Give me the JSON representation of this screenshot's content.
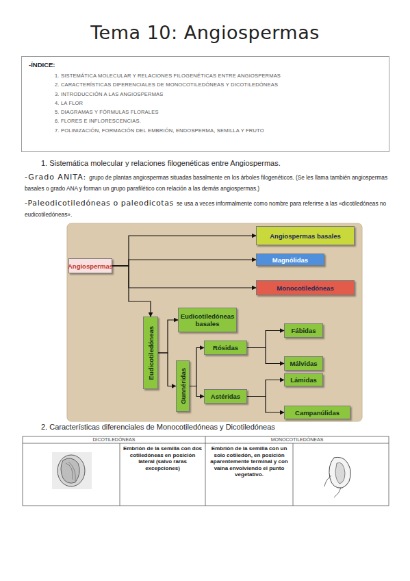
{
  "diagram": {
    "title": "Tema 10: Angiospermas",
    "nodes": [
      {
        "text": [
          "-ÍNDICE:",
          "1. SISTEMÁTICA MOLECULAR Y RELACIONES FILOGENÉTICAS ENTRE ANGIOSPERMAS",
          "2. CARACTERÍSTICAS DIFERENCIALES DE MONOCOTILEDÓNEAS Y DICOTILEDÓNEAS",
          "3. INTRODUCCIÓN A LAS ANGIOSPERMAS",
          "4. LA FLOR",
          "5. DIAGRAMAS Y FÓRMULAS FLORALES",
          "6. FLORES E INFLORESCENCIAS.",
          "7. POLINIZACIÓN, FORMACIÓN DEL EMBRIÓN, ENDOSPERMA, SEMILLA Y FRUTO"
        ]
      },
      {
        "text": [
          "Angiospermas"
        ]
      },
      {
        "text": [
          "Angiospermas basales"
        ]
      },
      {
        "text": [
          "Magnólidas"
        ]
      },
      {
        "text": [
          "Monocotiledóneas"
        ]
      },
      {
        "text": [
          "Eudicotiledóneas"
        ]
      },
      {
        "text": [
          "Eudicotiledóneas basales"
        ]
      },
      {
        "text": [
          "Gunnéridas"
        ]
      },
      {
        "text": [
          "Rósidas"
        ]
      },
      {
        "text": [
          "Astéridas"
        ]
      },
      {
        "text": [
          "Fábidas"
        ]
      },
      {
        "text": [
          "Málvidas"
        ]
      },
      {
        "text": [
          "Lámidas"
        ]
      },
      {
        "text": [
          "Campanúlidas"
        ]
      }
    ],
    "edges": [
      {
        "from": 1,
        "to": 2,
        "arrow": "to"
      },
      {
        "from": 1,
        "to": 3,
        "arrow": "to"
      },
      {
        "from": 1,
        "to": 4,
        "arrow": "to"
      },
      {
        "from": 1,
        "to": 5,
        "arrow": "to"
      },
      {
        "from": 5,
        "to": 6,
        "arrow": "to"
      },
      {
        "from": 5,
        "to": 7,
        "arrow": "to"
      },
      {
        "from": 7,
        "to": 8,
        "arrow": "to"
      },
      {
        "from": 7,
        "to": 9,
        "arrow": "to"
      },
      {
        "from": 8,
        "to": 10,
        "arrow": "to"
      },
      {
        "from": 8,
        "to": 11,
        "arrow": "to"
      },
      {
        "from": 9,
        "to": 12,
        "arrow": "to"
      },
      {
        "from": 9,
        "to": 13,
        "arrow": "to"
      }
    ],
    "labels": [
      "1. Sistemática molecular y relaciones filogenéticas entre Angiospermas.",
      "-Grado ANITA:",
      "grupo de plantas angiospermas situadas basalmente en los árboles filogenéticos. (Se les llama también angiospermas basales o grado ANA y forman un grupo parafilético con relación a las demás angiospermas.)",
      "-Paleodicotiledóneas o paleodicotas",
      "se usa a veces informalmente como nombre para referirse a las «dicotiledóneas no eudicotiledóneas».",
      "2. Características diferenciales de Monocotiledóneas y Dicotiledóneas",
      "DICOTILEDÓNEAS",
      "MONOCOTILEDÓNEAS",
      "Embrión de la semilla con dos cotiledóneas en posición lateral (salvo raras excepciones)",
      "Embrión de la semilla con un solo cotiledón, en posición aparentemente terminal y con vaina envolviendo el punto vegetativo."
    ]
  }
}
